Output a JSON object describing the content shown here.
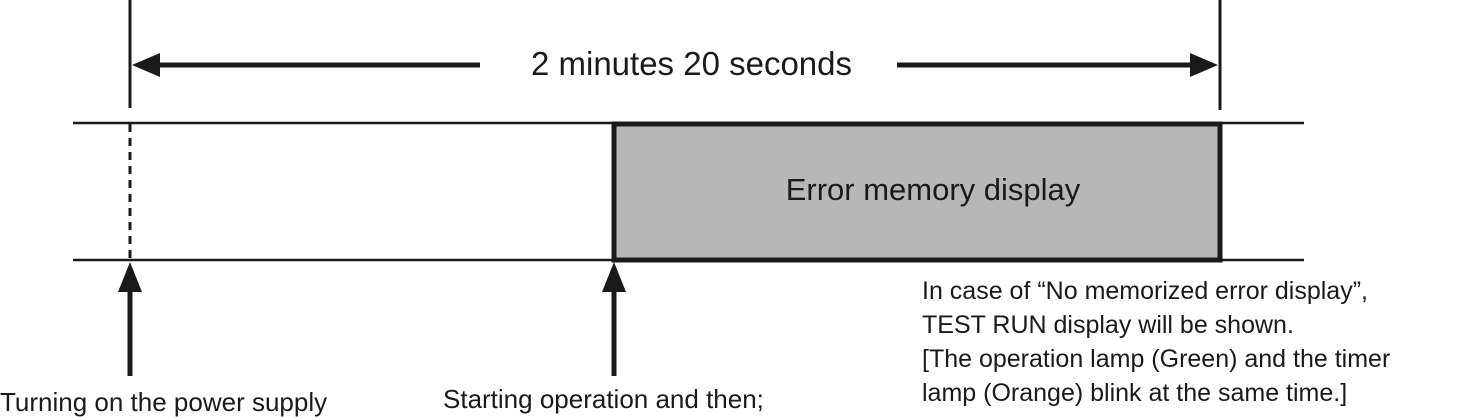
{
  "diagram": {
    "duration_label": "2 minutes 20 seconds",
    "block_label": "Error memory display",
    "power_label": "Turning on the power supply",
    "start_label": "Starting operation and then;",
    "note_lines": [
      "In case of “No memorized error display”,",
      "TEST RUN display will be shown.",
      "[The operation lamp (Green) and the timer",
      "lamp (Orange) blink at the same time.]"
    ],
    "colors": {
      "ink": "#1a1a1a",
      "block_fill": "#b7b7b7"
    }
  }
}
